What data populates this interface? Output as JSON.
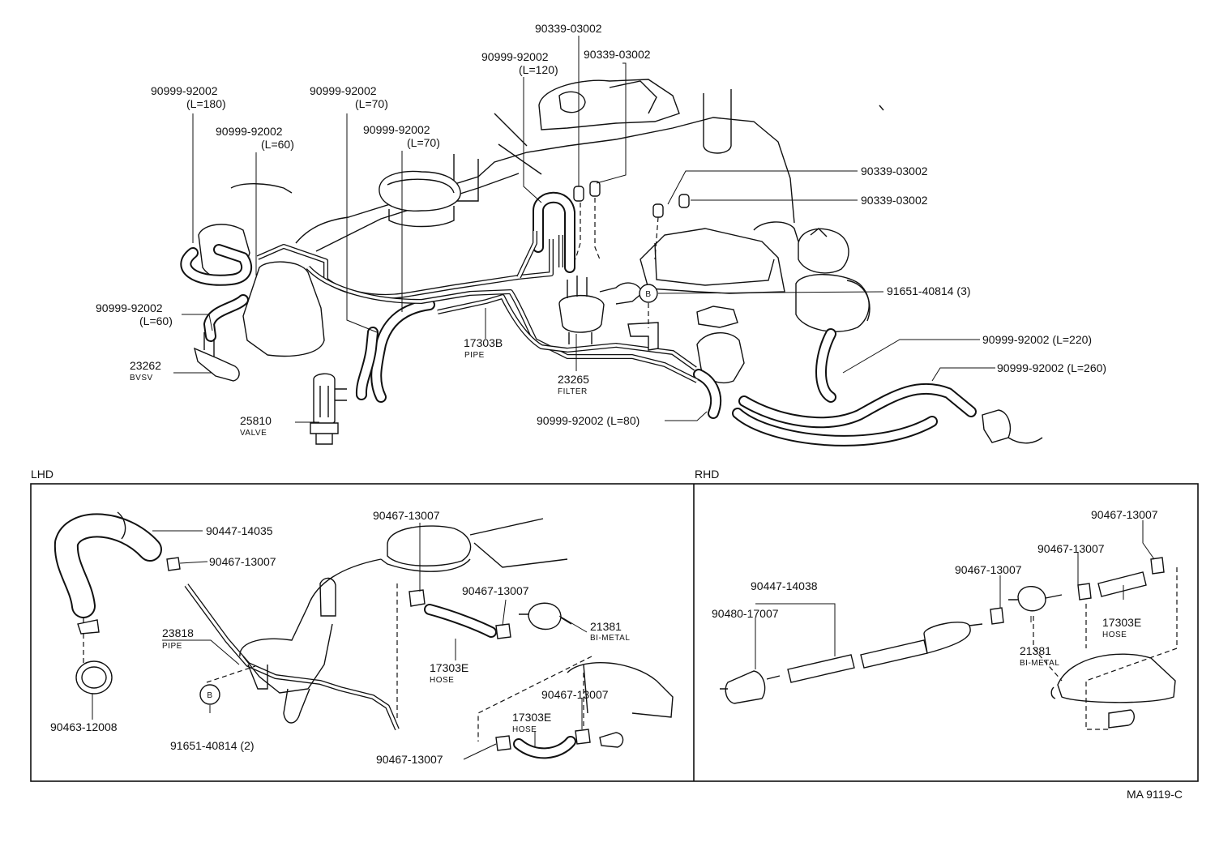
{
  "figure_code": "MA 9119-C",
  "sections": {
    "lhd": "LHD",
    "rhd": "RHD"
  },
  "circle_b": "B",
  "main": {
    "l01": "90339-03002",
    "l02": "90999-92002",
    "l02b": "(L=120)",
    "l03": "90339-03002",
    "l04": "90999-92002",
    "l04b": "(L=180)",
    "l05": "90999-92002",
    "l05b": "(L=70)",
    "l06": "90999-92002",
    "l06b": "(L=60)",
    "l07": "90999-92002",
    "l07b": "(L=70)",
    "l08": "90339-03002",
    "l09": "90339-03002",
    "l10": "91651-40814 (3)",
    "l11": "90999-92002",
    "l11b": "(L=60)",
    "l12": "17303B",
    "l12b": "PIPE",
    "l13": "23262",
    "l13b": "BVSV",
    "l14": "23265",
    "l14b": "FILTER",
    "l15": "90999-92002 (L=220)",
    "l16": "90999-92002 (L=260)",
    "l17": "25810",
    "l17b": "VALVE",
    "l18": "90999-92002 (L=80)"
  },
  "lhd": {
    "l01": "90447-14035",
    "l02": "90467-13007",
    "l03": "90467-13007",
    "l04": "90467-13007",
    "l05": "21381",
    "l05b": "BI-METAL",
    "l06": "23818",
    "l06b": "PIPE",
    "l07": "17303E",
    "l07b": "HOSE",
    "l08": "90467-13007",
    "l09": "17303E",
    "l09b": "HOSE",
    "l10": "90463-12008",
    "l11": "91651-40814 (2)",
    "l12": "90467-13007"
  },
  "rhd": {
    "l01": "90467-13007",
    "l02": "90467-13007",
    "l03": "90447-14038",
    "l04": "90467-13007",
    "l05": "90480-17007",
    "l06": "17303E",
    "l06b": "HOSE",
    "l07": "21381",
    "l07b": "BI-METAL"
  }
}
